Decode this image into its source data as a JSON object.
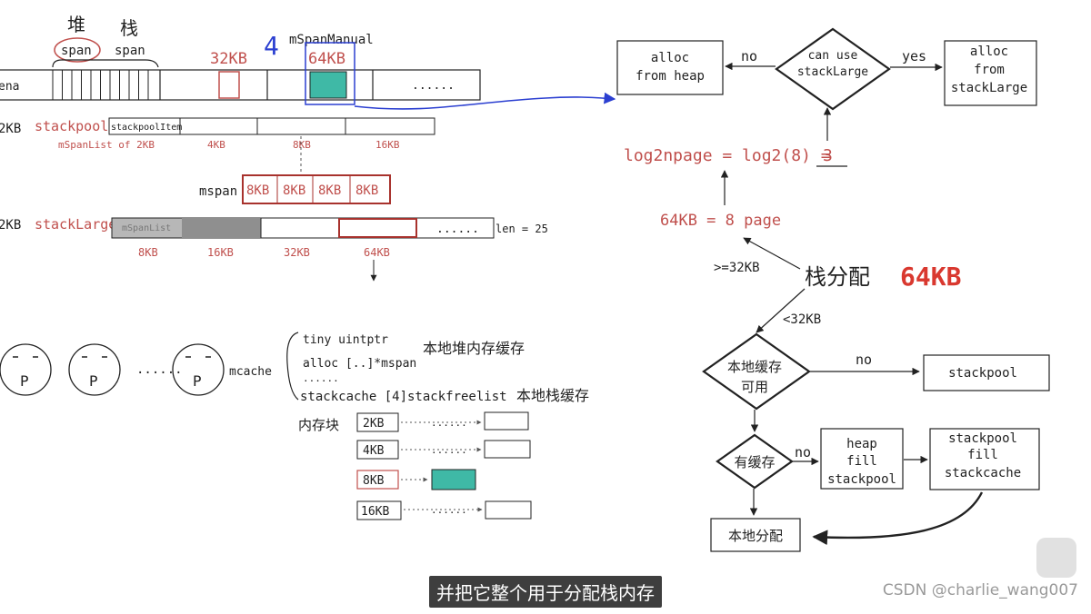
{
  "memory": {
    "heap_label": "堆",
    "stack_label": "栈",
    "span_heap": "span",
    "span_stack": "span",
    "size_32kb": "32KB",
    "size_64kb": "64KB",
    "mspan_manual": "mSpanManual",
    "marker_4": "4",
    "arena_label": "ena",
    "arena_dots": "......"
  },
  "stackpool": {
    "left_size": "2KB",
    "name": "stackpool",
    "item": "stackpoolItem",
    "sub": "mSpanList of 2KB",
    "sizes": [
      "4KB",
      "8KB",
      "16KB"
    ]
  },
  "mspan": {
    "label": "mspan",
    "cells": [
      "8KB",
      "8KB",
      "8KB",
      "8KB"
    ]
  },
  "stacklarge": {
    "left_size": "2KB",
    "name": "stackLarge",
    "first": "mSpanList",
    "dots": "......",
    "len": "len = 25",
    "sizes": [
      "8KB",
      "16KB",
      "32KB",
      "64KB"
    ]
  },
  "procs": {
    "p_labels": [
      "P",
      "P",
      "P"
    ],
    "dots": "......",
    "mcache": "mcache"
  },
  "mcache_fields": {
    "tiny": "tiny uintptr",
    "tiny_note": "本地堆内存缓存",
    "alloc": "alloc [..]*mspan",
    "more": "......",
    "stackcache": "stackcache [4]stackfreelist",
    "stack_note": "本地栈缓存"
  },
  "blocks": {
    "title": "内存块",
    "rows": [
      {
        "size": "2KB",
        "dots": "......"
      },
      {
        "size": "4KB",
        "dots": "......"
      },
      {
        "size": "8KB",
        "dots": ""
      },
      {
        "size": "16KB",
        "dots": "......"
      }
    ]
  },
  "flow": {
    "alloc_heap": [
      "alloc",
      "from heap"
    ],
    "can_use": [
      "can use",
      "stackLarge"
    ],
    "alloc_large": [
      "alloc",
      "from",
      "stackLarge"
    ],
    "no_top": "no",
    "yes_top": "yes",
    "log_formula": "log2npage = log2(8) = ",
    "log_result": "3",
    "page_formula": "64KB = 8 page",
    "ge32": ">=32KB",
    "stack_alloc": "栈分配",
    "stack_alloc_size": "64KB",
    "lt32": "<32KB",
    "local_cache": [
      "本地缓存",
      "可用"
    ],
    "no_mid": "no",
    "stackpool_box": "stackpool",
    "has_cache": "有缓存",
    "no_low": "no",
    "heap_fill": [
      "heap",
      "fill",
      "stackpool"
    ],
    "pool_fill": [
      "stackpool",
      "fill",
      "stackcache"
    ],
    "local_alloc": "本地分配"
  },
  "subtitle": "并把它整个用于分配栈内存",
  "watermark": "CSDN @charlie_wang007",
  "colors": {
    "ink": "#222222",
    "red": "#c0504d",
    "blue": "#2b3fd1",
    "teal": "#3fb9a6",
    "gray": "#b7b7b7",
    "darkgray": "#8f8f8f"
  }
}
